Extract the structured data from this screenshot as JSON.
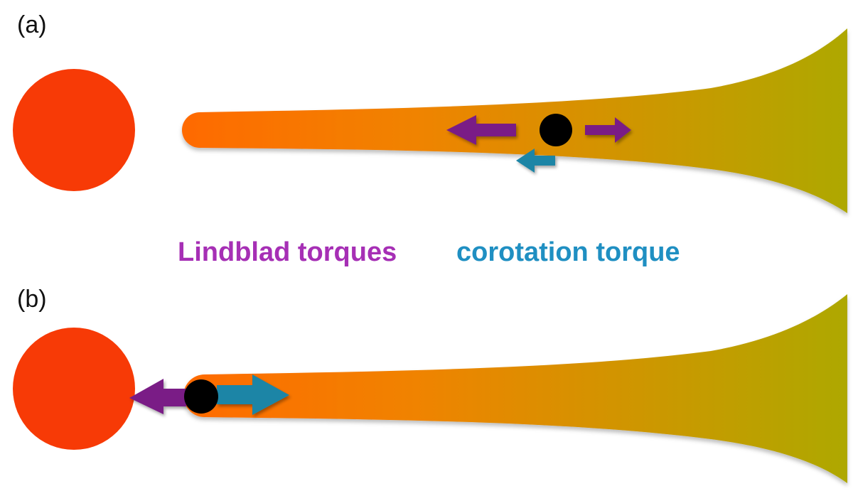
{
  "panels": [
    {
      "label": "(a)"
    },
    {
      "label": "(b)"
    }
  ],
  "legend": {
    "lindblad": {
      "text": "Lindblad torques",
      "color": "#a62fb5"
    },
    "corotation": {
      "text": "corotation torque",
      "color": "#1f8fc2"
    }
  },
  "colors": {
    "star": "#f73a06",
    "disk_inner": "#ff6a00",
    "disk_mid": "#f08300",
    "disk_outer": "#aea800",
    "planet": "#000000",
    "lindblad_arrow": "#7a1f86",
    "corotation_arrow": "#1b85a6"
  }
}
